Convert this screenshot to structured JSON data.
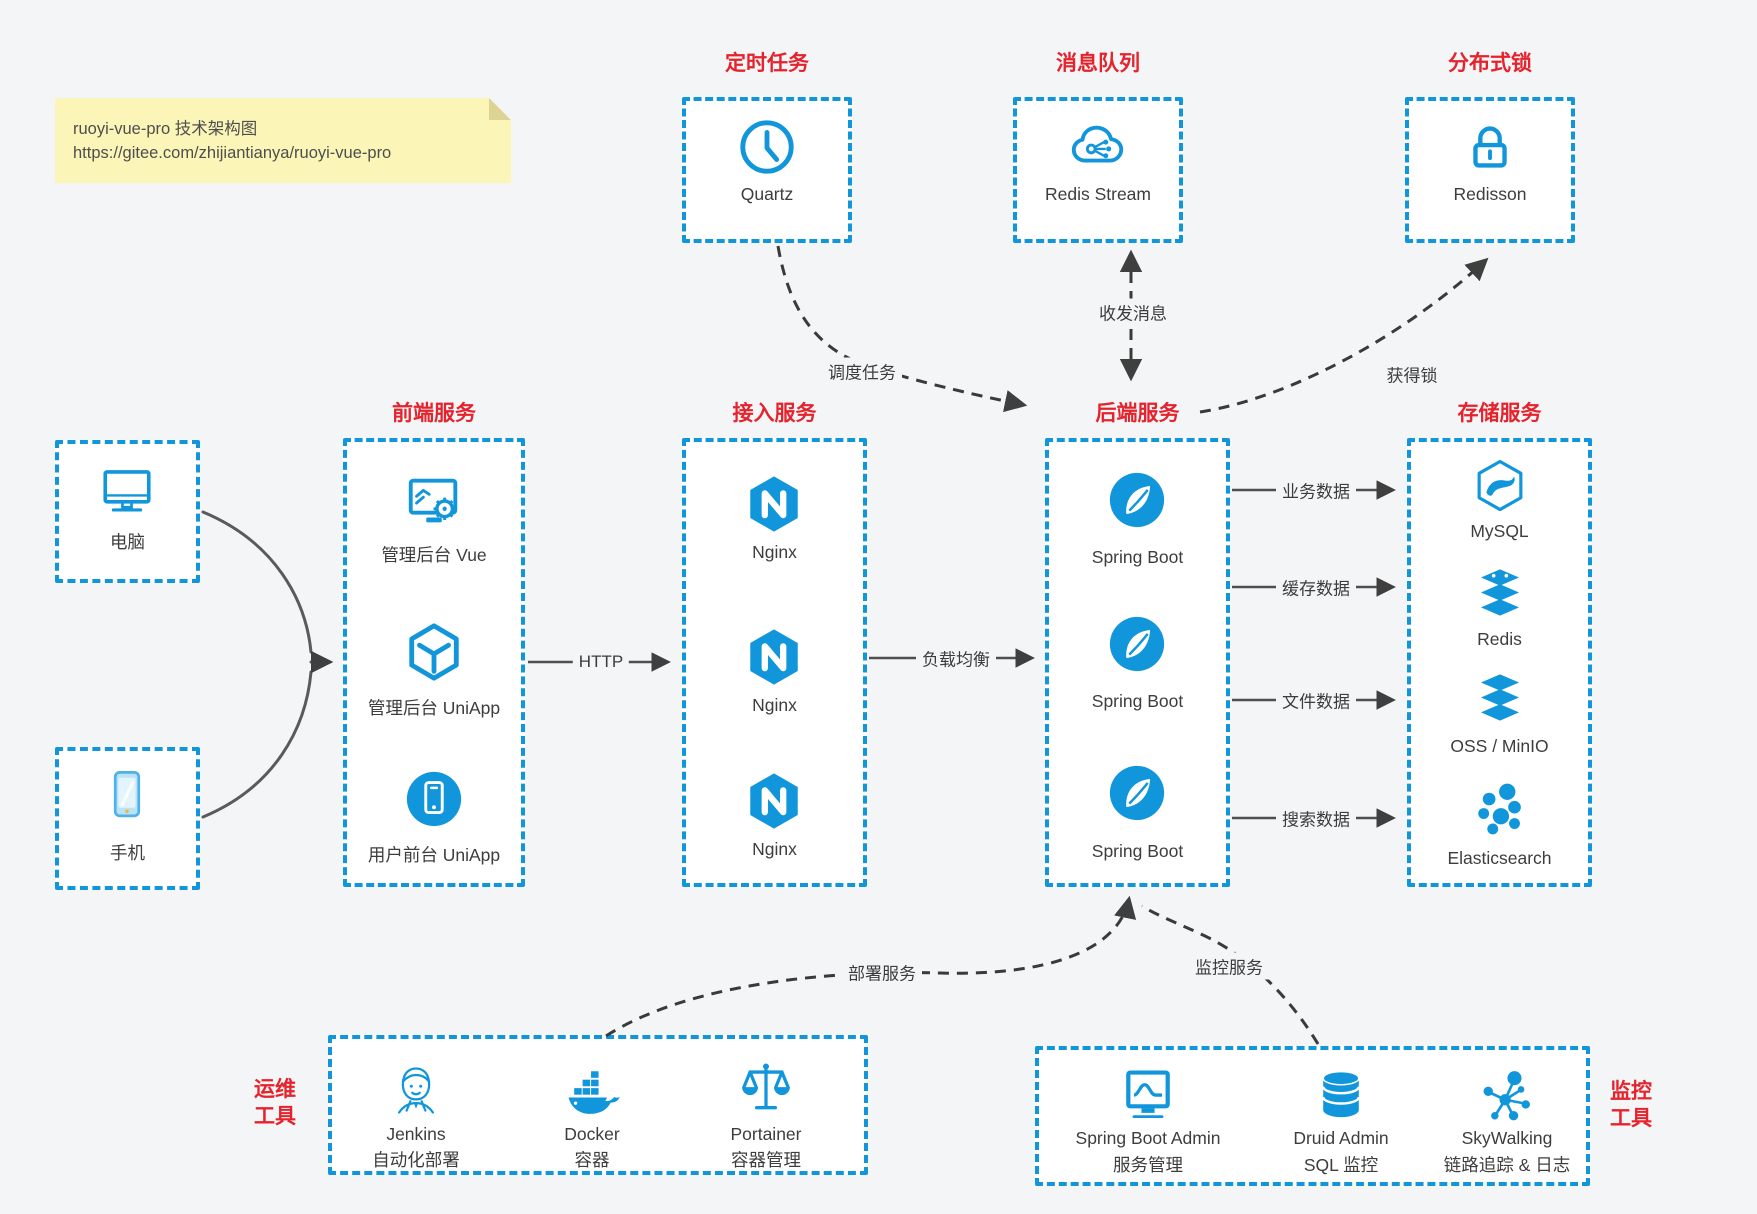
{
  "note": {
    "line1": "ruoyi-vue-pro 技术架构图",
    "line2": "https://gitee.com/zhijiantianya/ruoyi-vue-pro"
  },
  "colors": {
    "box_border_blue": "#1296db",
    "group_title_red": "#e5232d",
    "icon_blue": "#1296db",
    "note_bg": "#fbf5b7",
    "canvas_bg": "#f4f5f6",
    "arrow_dark": "#3f3f3f"
  },
  "scheduled": {
    "title": "定时任务",
    "item": "Quartz"
  },
  "queue": {
    "title": "消息队列",
    "item": "Redis Stream"
  },
  "dist_lock": {
    "title": "分布式锁",
    "item": "Redisson"
  },
  "clients": {
    "pc": "电脑",
    "phone": "手机"
  },
  "frontend": {
    "title": "前端服务",
    "items": [
      "管理后台 Vue",
      "管理后台 UniApp",
      "用户前台 UniApp"
    ]
  },
  "access": {
    "title": "接入服务",
    "items": [
      "Nginx",
      "Nginx",
      "Nginx"
    ]
  },
  "backend": {
    "title": "后端服务",
    "items": [
      "Spring Boot",
      "Spring Boot",
      "Spring Boot"
    ]
  },
  "storage": {
    "title": "存储服务",
    "items": [
      "MySQL",
      "Redis",
      "OSS / MinIO",
      "Elasticsearch"
    ]
  },
  "ops": {
    "title": "运维工具",
    "items": [
      {
        "name": "Jenkins",
        "desc": "自动化部署"
      },
      {
        "name": "Docker",
        "desc": "容器"
      },
      {
        "name": "Portainer",
        "desc": "容器管理"
      }
    ]
  },
  "monitoring": {
    "title": "监控工具",
    "items": [
      {
        "name": "Spring Boot Admin",
        "desc": "服务管理"
      },
      {
        "name": "Druid Admin",
        "desc": "SQL 监控"
      },
      {
        "name": "SkyWalking",
        "desc": "链路追踪 & 日志"
      }
    ]
  },
  "edges": {
    "dispatch": "调度任务",
    "messages": "收发消息",
    "acquire_lock": "获得锁",
    "http": "HTTP",
    "load_balance": "负载均衡",
    "business_data": "业务数据",
    "cache_data": "缓存数据",
    "file_data": "文件数据",
    "search_data": "搜索数据",
    "deploy": "部署服务",
    "monitor": "监控服务"
  }
}
